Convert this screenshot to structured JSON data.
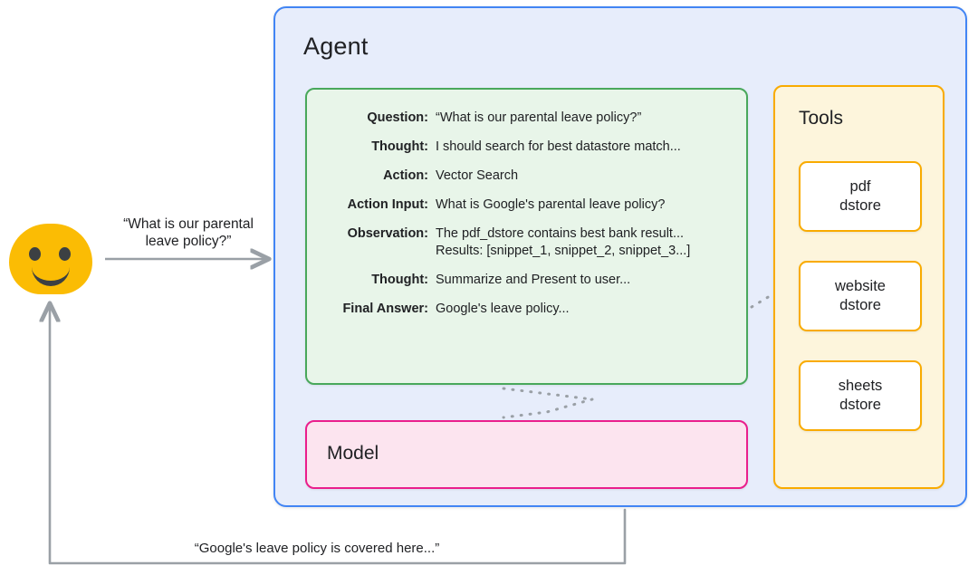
{
  "user": {
    "avatar_name": "user-avatar",
    "question_caption": "“What is our parental\nleave policy?”",
    "answer_caption": "“Google's leave policy is covered here...”"
  },
  "agent": {
    "title": "Agent",
    "trace": {
      "rows": [
        {
          "label": "Question:",
          "value": "“What is our parental leave policy?”"
        },
        {
          "label": "Thought:",
          "value": "I should search for best datastore match..."
        },
        {
          "label": "Action:",
          "value": "Vector Search"
        },
        {
          "label": "Action Input:",
          "value": "What is Google's parental leave policy?"
        },
        {
          "label": "Observation:",
          "value": "The pdf_dstore contains best bank result...\nResults: [snippet_1, snippet_2, snippet_3...]"
        },
        {
          "label": "Thought:",
          "value": "Summarize and Present to user..."
        },
        {
          "label": "Final Answer:",
          "value": "Google's leave policy..."
        }
      ]
    },
    "model": {
      "title": "Model"
    },
    "tools": {
      "title": "Tools",
      "items": [
        {
          "label": "pdf\ndstore"
        },
        {
          "label": "website\ndstore"
        },
        {
          "label": "sheets\ndstore"
        }
      ]
    }
  },
  "colors": {
    "agent_border": "#4285F4",
    "agent_fill": "#E7EDFB",
    "trace_border": "#49A85B",
    "trace_fill": "#E8F5E9",
    "model_border": "#EA1E8C",
    "model_fill": "#FCE4EF",
    "tools_border": "#F9AB00",
    "tools_fill": "#FDF5DC",
    "tool_card_fill": "#FFFFFF",
    "avatar": "#FBBC04",
    "arrow": "#9AA0A6"
  }
}
